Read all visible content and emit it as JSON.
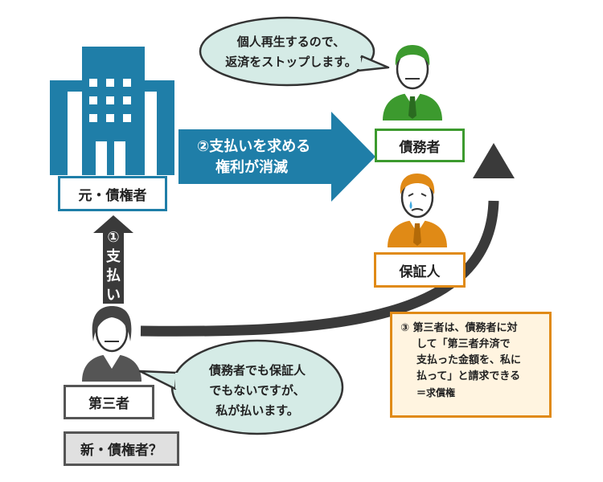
{
  "colors": {
    "blue": "#1f7ea8",
    "green": "#3c9a2e",
    "orange": "#e08a16",
    "gray": "#555555",
    "bubble_fill": "#d5ebe6",
    "note_fill": "#fff4e0"
  },
  "nodes": {
    "former_creditor": "元・債権者",
    "debtor": "債務者",
    "guarantor": "保証人",
    "third_party": "第三者",
    "new_creditor": "新・債権者？"
  },
  "arrows": {
    "payment_step": "①",
    "payment_label": [
      "支",
      "払",
      "い"
    ],
    "extinguish_line1": "②支払いを求める",
    "extinguish_line2": "権利が消滅"
  },
  "bubbles": {
    "debtor_line1": "個人再生するので、",
    "debtor_line2": "返済をストップします。",
    "third_line1": "債務者でも保証人",
    "third_line2": "でもないですが、",
    "third_line3": "私が払います。"
  },
  "note": {
    "line1": "③ 第三者は、債務者に対",
    "line2": "して「第三者弁済で",
    "line3": "支払った金額を、私に",
    "line4": "払って」と請求できる",
    "line5": "＝求償権"
  },
  "icons": {
    "building": "building-icon",
    "debtor_person": "person-icon",
    "guarantor_person": "crying-person-icon",
    "third_person": "person-icon"
  }
}
